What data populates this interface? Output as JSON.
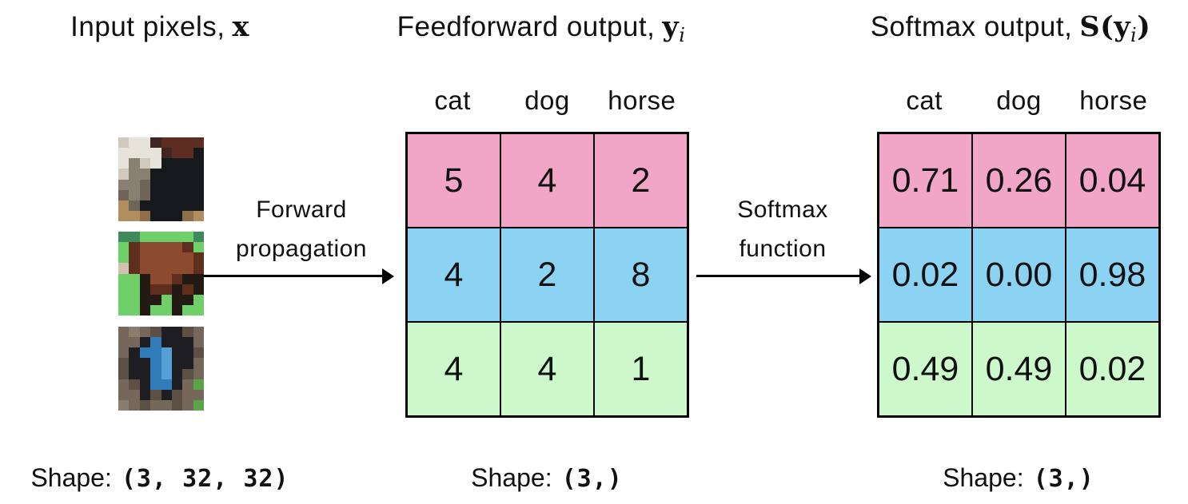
{
  "titles": {
    "input": {
      "label": "Input pixels,",
      "symbol": "x"
    },
    "feedforward": {
      "label": "Feedforward output,",
      "symbol": "y",
      "subscript": "i"
    },
    "softmax": {
      "label": "Softmax output,",
      "symbol_s": "S",
      "open_paren": "(",
      "symbol": "y",
      "subscript": "i",
      "close_paren": ")"
    }
  },
  "input_panel": {
    "shape_label": "Shape:",
    "shape_value": "(3, 32, 32)",
    "images": [
      {
        "name": "cat-thumbnail",
        "subject": "cat",
        "palette": {
          "W": "#e6e3da",
          "w": "#cfcabd",
          "G": "#8a8071",
          "g": "#6e6557",
          "D": "#17181c",
          "R": "#5e2d22",
          "B": "#3f2620",
          "T": "#b28d5e",
          "t": "#8f6f49"
        },
        "pixels": [
          "wWWBRRRR",
          "WWWWBRRD",
          "WGwWDDDD",
          "wGGDDDDD",
          "GGgDDDDD",
          "gGgDDDDD",
          "TgDDDDDD",
          "TTtDDDtT"
        ]
      },
      {
        "name": "horse-thumbnail",
        "subject": "horse",
        "palette": {
          "g": "#6fcf69",
          "e": "#3f8a5c",
          "B": "#8c4a2e",
          "b": "#5f2f1d",
          "D": "#241a14",
          "m": "#cfc3b0"
        },
        "pixels": [
          "eeggggge",
          "gbBBBBbg",
          "gbBBBBBb",
          "mbBBBBBb",
          "ggDBBbDD",
          "ggDbbDbD",
          "ggDDgDDg",
          "ggDggDgg"
        ]
      },
      {
        "name": "dog-thumbnail",
        "subject": "dog",
        "palette": {
          "K": "#75675a",
          "k": "#5c5044",
          "n": "#8a7d6e",
          "D": "#1d1d22",
          "U": "#2f7cb8",
          "u": "#53a0d6",
          "E": "#5aa545"
        },
        "pixels": [
          "KnKkDDkK",
          "KKDUDDDK",
          "KDUUuDDk",
          "kDDUuDDK",
          "kDDUuDkK",
          "KkDUUDKE",
          "KKDkDkKK",
          "nKkKKkKE"
        ]
      }
    ]
  },
  "arrows": {
    "forward": {
      "line1": "Forward",
      "line2": "propagation"
    },
    "softmax": {
      "line1": "Softmax",
      "line2": "function"
    }
  },
  "tables": {
    "feedforward": {
      "columns": [
        "cat",
        "dog",
        "horse"
      ],
      "rows": [
        {
          "color": "pink",
          "values": [
            "5",
            "4",
            "2"
          ]
        },
        {
          "color": "blue",
          "values": [
            "4",
            "2",
            "8"
          ]
        },
        {
          "color": "green",
          "values": [
            "4",
            "4",
            "1"
          ]
        }
      ],
      "shape_label": "Shape:",
      "shape_value": "(3,)"
    },
    "softmax": {
      "columns": [
        "cat",
        "dog",
        "horse"
      ],
      "rows": [
        {
          "color": "pink",
          "values": [
            "0.71",
            "0.26",
            "0.04"
          ]
        },
        {
          "color": "blue",
          "values": [
            "0.02",
            "0.00",
            "0.98"
          ]
        },
        {
          "color": "green",
          "values": [
            "0.49",
            "0.49",
            "0.02"
          ]
        }
      ],
      "shape_label": "Shape:",
      "shape_value": "(3,)"
    }
  },
  "accent_colors": {
    "row_pink": "#f1a6c8",
    "row_blue": "#8cd2f2",
    "row_green": "#ccf8cc",
    "border": "#000000"
  }
}
